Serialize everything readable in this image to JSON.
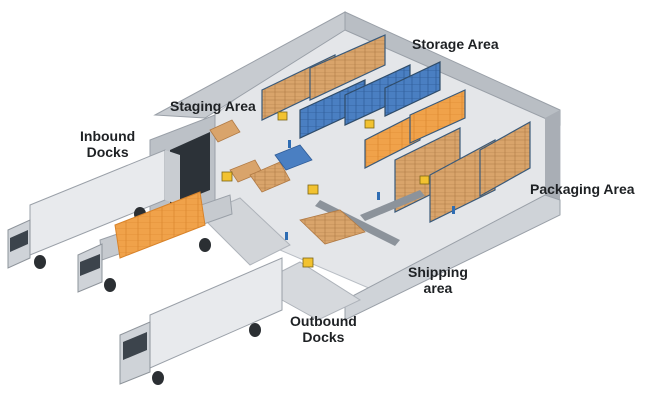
{
  "labels": {
    "storage": "Storage Area",
    "staging": "Staging Area",
    "inbound_line1": "Inbound",
    "inbound_line2": "Docks",
    "packaging": "Packaging Area",
    "shipping_line1": "Shipping",
    "shipping_line2": "area",
    "outbound_line1": "Outbound",
    "outbound_line2": "Docks"
  },
  "colors": {
    "floor": "#e4e6e9",
    "wall": "#c7cbd0",
    "wall_dark": "#a9aeb5",
    "rack_frame": "#3a5a7a",
    "box": "#d9a46b",
    "blue_crate": "#4a7fc2",
    "orange_load": "#f0a24a",
    "truck_body": "#e8eaed",
    "truck_cab": "#cfd3d8",
    "forklift": "#f2c230"
  },
  "icons": [
    "truck-icon",
    "forklift-icon",
    "pallet-rack-icon",
    "worker-icon",
    "conveyor-icon"
  ]
}
